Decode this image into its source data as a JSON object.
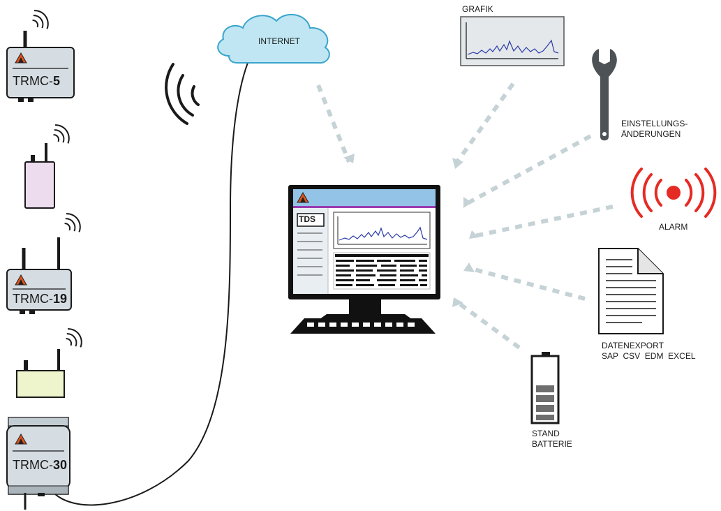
{
  "devices": [
    {
      "id": "trmc5",
      "name_prefix": "TRMC-",
      "name_number": "5"
    },
    {
      "id": "trmc19",
      "name_prefix": "TRMC-",
      "name_number": "19"
    },
    {
      "id": "trmc30",
      "name_prefix": "TRMC-",
      "name_number": "30"
    }
  ],
  "cloud": {
    "label": "INTERNET"
  },
  "computer": {
    "app_label": "TDS"
  },
  "features": {
    "grafik": "GRAFIK",
    "einstellungen_line1": "EINSTELLUNGS-",
    "einstellungen_line2": "ÄNDERUNGEN",
    "alarm": "ALARM",
    "datenexport_line1": "DATENEXPORT",
    "datenexport_line2": "SAP  CSV  EDM  EXCEL",
    "batterie_line1": "STAND",
    "batterie_line2": "BATTERIE"
  },
  "colors": {
    "device_body": "#d5dde3",
    "device_pink": "#ecdcee",
    "device_yellow": "#eef5cc",
    "cloud_fill": "#bfe6f2",
    "cloud_stroke": "#3aa5cc",
    "screen_header": "#93c4e8",
    "accent_purple": "#9b3bb0",
    "arrow_gray": "#c5d2d6",
    "alarm_red": "#e62a24",
    "wrench": "#4d5256",
    "logo_orange": "#e0531a",
    "graph_line": "#2a3aa8"
  }
}
